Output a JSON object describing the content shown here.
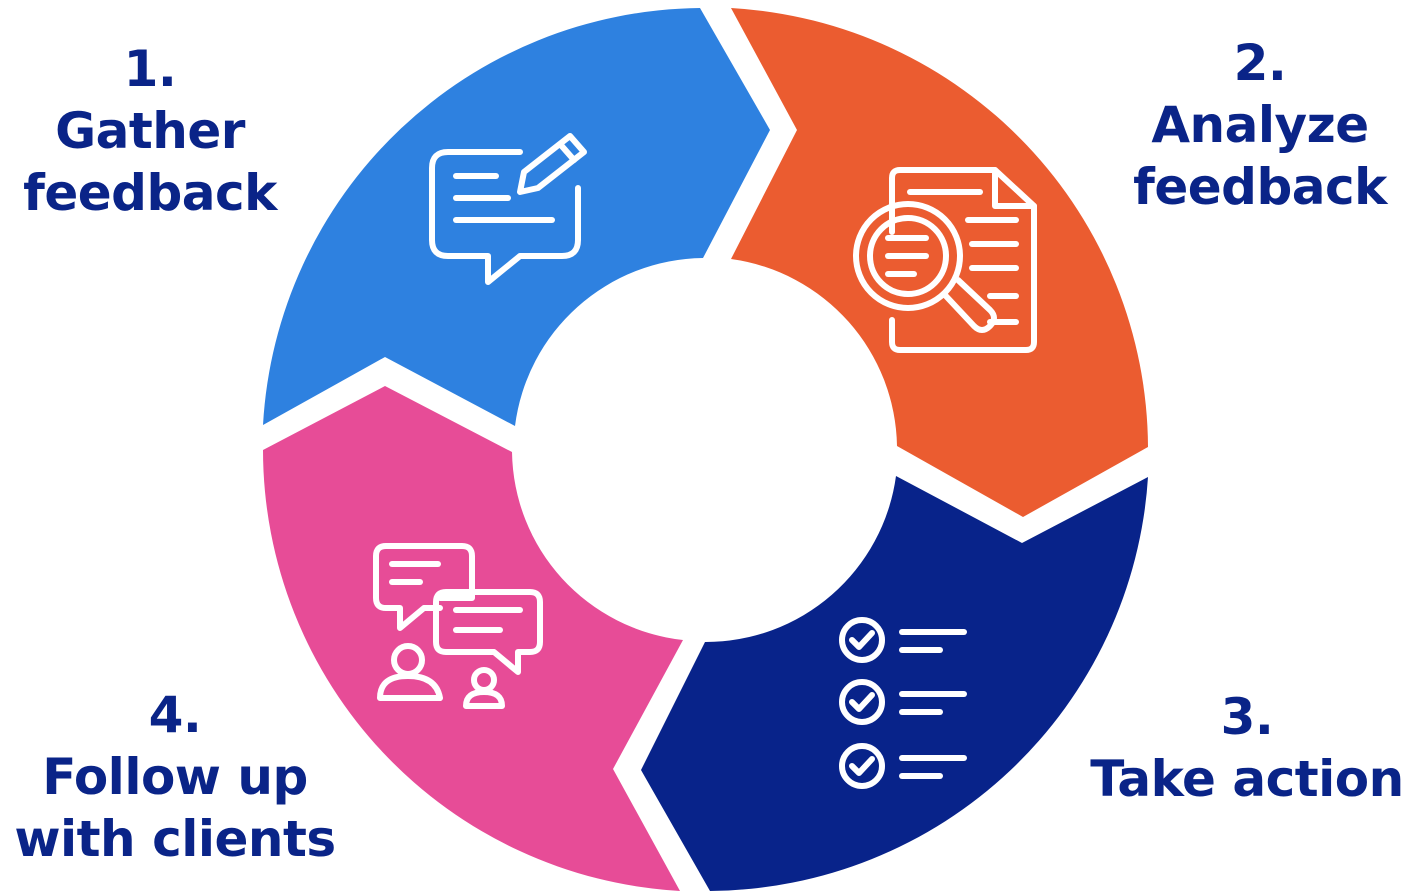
{
  "colors": {
    "step1": "#2E81E0",
    "step2": "#EB5C30",
    "step3": "#08238A",
    "step4": "#E74C97",
    "label": "#0A2488",
    "icon": "#FFFFFF",
    "background": "#FFFFFF"
  },
  "steps": [
    {
      "number": "1.",
      "title_lines": [
        "Gather",
        "feedback"
      ],
      "icon": "chat-edit-icon"
    },
    {
      "number": "2.",
      "title_lines": [
        "Analyze",
        "feedback"
      ],
      "icon": "document-search-icon"
    },
    {
      "number": "3.",
      "title_lines": [
        "Take action"
      ],
      "icon": "checklist-icon"
    },
    {
      "number": "4.",
      "title_lines": [
        "Follow up",
        "with clients"
      ],
      "icon": "users-conversation-icon"
    }
  ]
}
